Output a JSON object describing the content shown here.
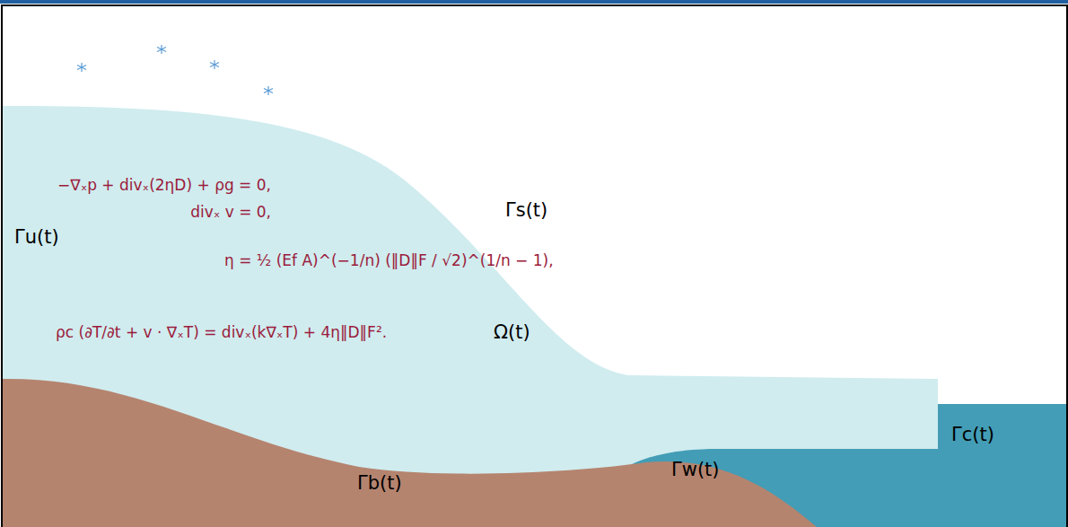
{
  "diagram": {
    "labels": [
      "−∇ₓp + divₓ(2ηD) + ρg = 0,",
      "divₓ v = 0,",
      "η = ½ (Ef A)^(−1/n) (‖D‖F / √2)^(1/n − 1),",
      "ρc (∂T/∂t + v · ∇ₓT) = divₓ(k∇ₓT) + 4η‖D‖F².",
      "Γu(t)",
      "Γs(t)",
      "Ω(t)",
      "Γb(t)",
      "Γw(t)",
      "Γc(t)"
    ]
  }
}
